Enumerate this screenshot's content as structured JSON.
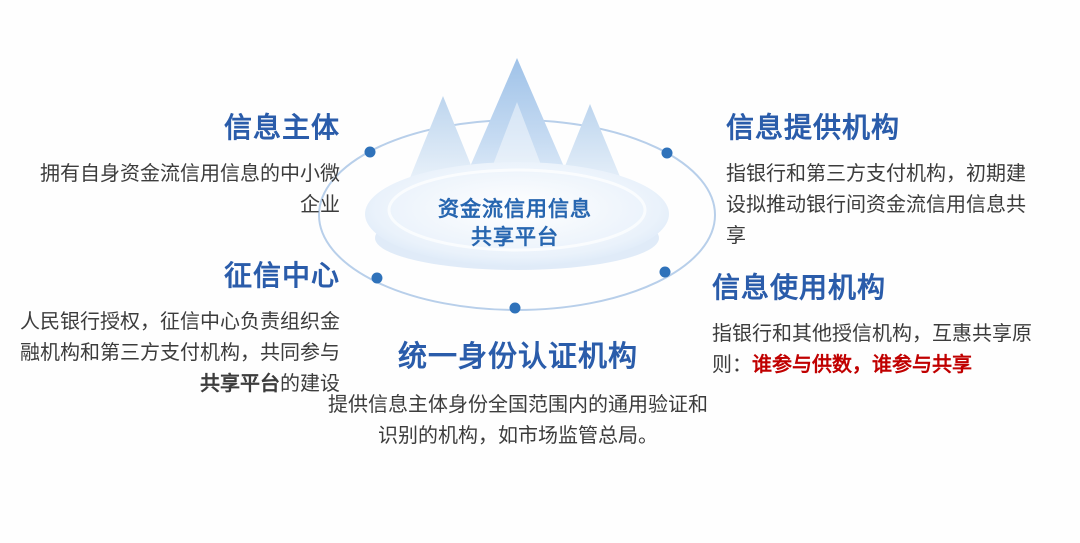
{
  "center": {
    "title_line1": "资金流信用信息",
    "title_line2": "共享平台"
  },
  "nodes": {
    "info_subject": {
      "title": "信息主体",
      "desc": "拥有自身资金流信用信息的中小微企业"
    },
    "info_provider": {
      "title": "信息提供机构",
      "desc": "指银行和第三方支付机构，初期建设拟推动银行间资金流信用信息共享"
    },
    "credit_center": {
      "title": "征信中心",
      "desc_prefix": "人民银行授权，征信中心负责组织金融机构和第三方支付机构，共同参与",
      "desc_bold": "共享平台",
      "desc_suffix": "的建设"
    },
    "info_user": {
      "title": "信息使用机构",
      "desc_prefix": "指银行和其他授信机构，互惠共享原则：",
      "desc_red": "谁参与供数，谁参与共享"
    },
    "unified_auth": {
      "title": "统一身份认证机构",
      "desc": "提供信息主体身份全国范围内的通用验证和识别的机构，如市场监管总局。"
    }
  },
  "colors": {
    "heading_blue": "#2a5caa",
    "center_text_blue": "#2766b0",
    "body_text": "#3c3c3c",
    "highlight_red": "#c00000",
    "dot_blue": "#2f72ba",
    "ring_blue": "#b8cfea"
  }
}
